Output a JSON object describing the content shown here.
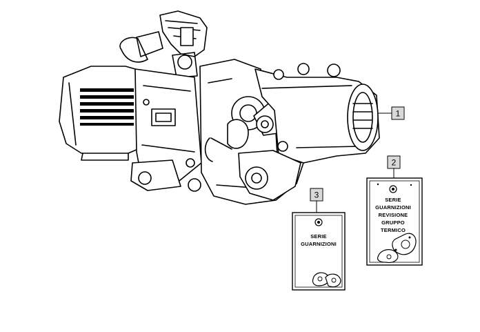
{
  "diagram": {
    "callouts": [
      {
        "id": "1",
        "label": "1",
        "part": "engine"
      },
      {
        "id": "2",
        "label": "2",
        "part": "overhaul-gasket-set-card"
      },
      {
        "id": "3",
        "label": "3",
        "part": "gasket-set-card"
      }
    ],
    "cards": {
      "gasket_set": {
        "lines": [
          "SERIE",
          "GUARNIZIONI"
        ]
      },
      "overhaul_gasket_set": {
        "lines": [
          "SERIE",
          "GUARNIZIONI",
          "REVISIONE",
          "GRUPPO",
          "TERMICO"
        ]
      }
    },
    "colors": {
      "ink": "#000000",
      "paper": "#ffffff",
      "callout_box": "#d9d9d9"
    },
    "icons": [
      "engine-illustration",
      "bolt-icon",
      "gasket-icon"
    ]
  }
}
